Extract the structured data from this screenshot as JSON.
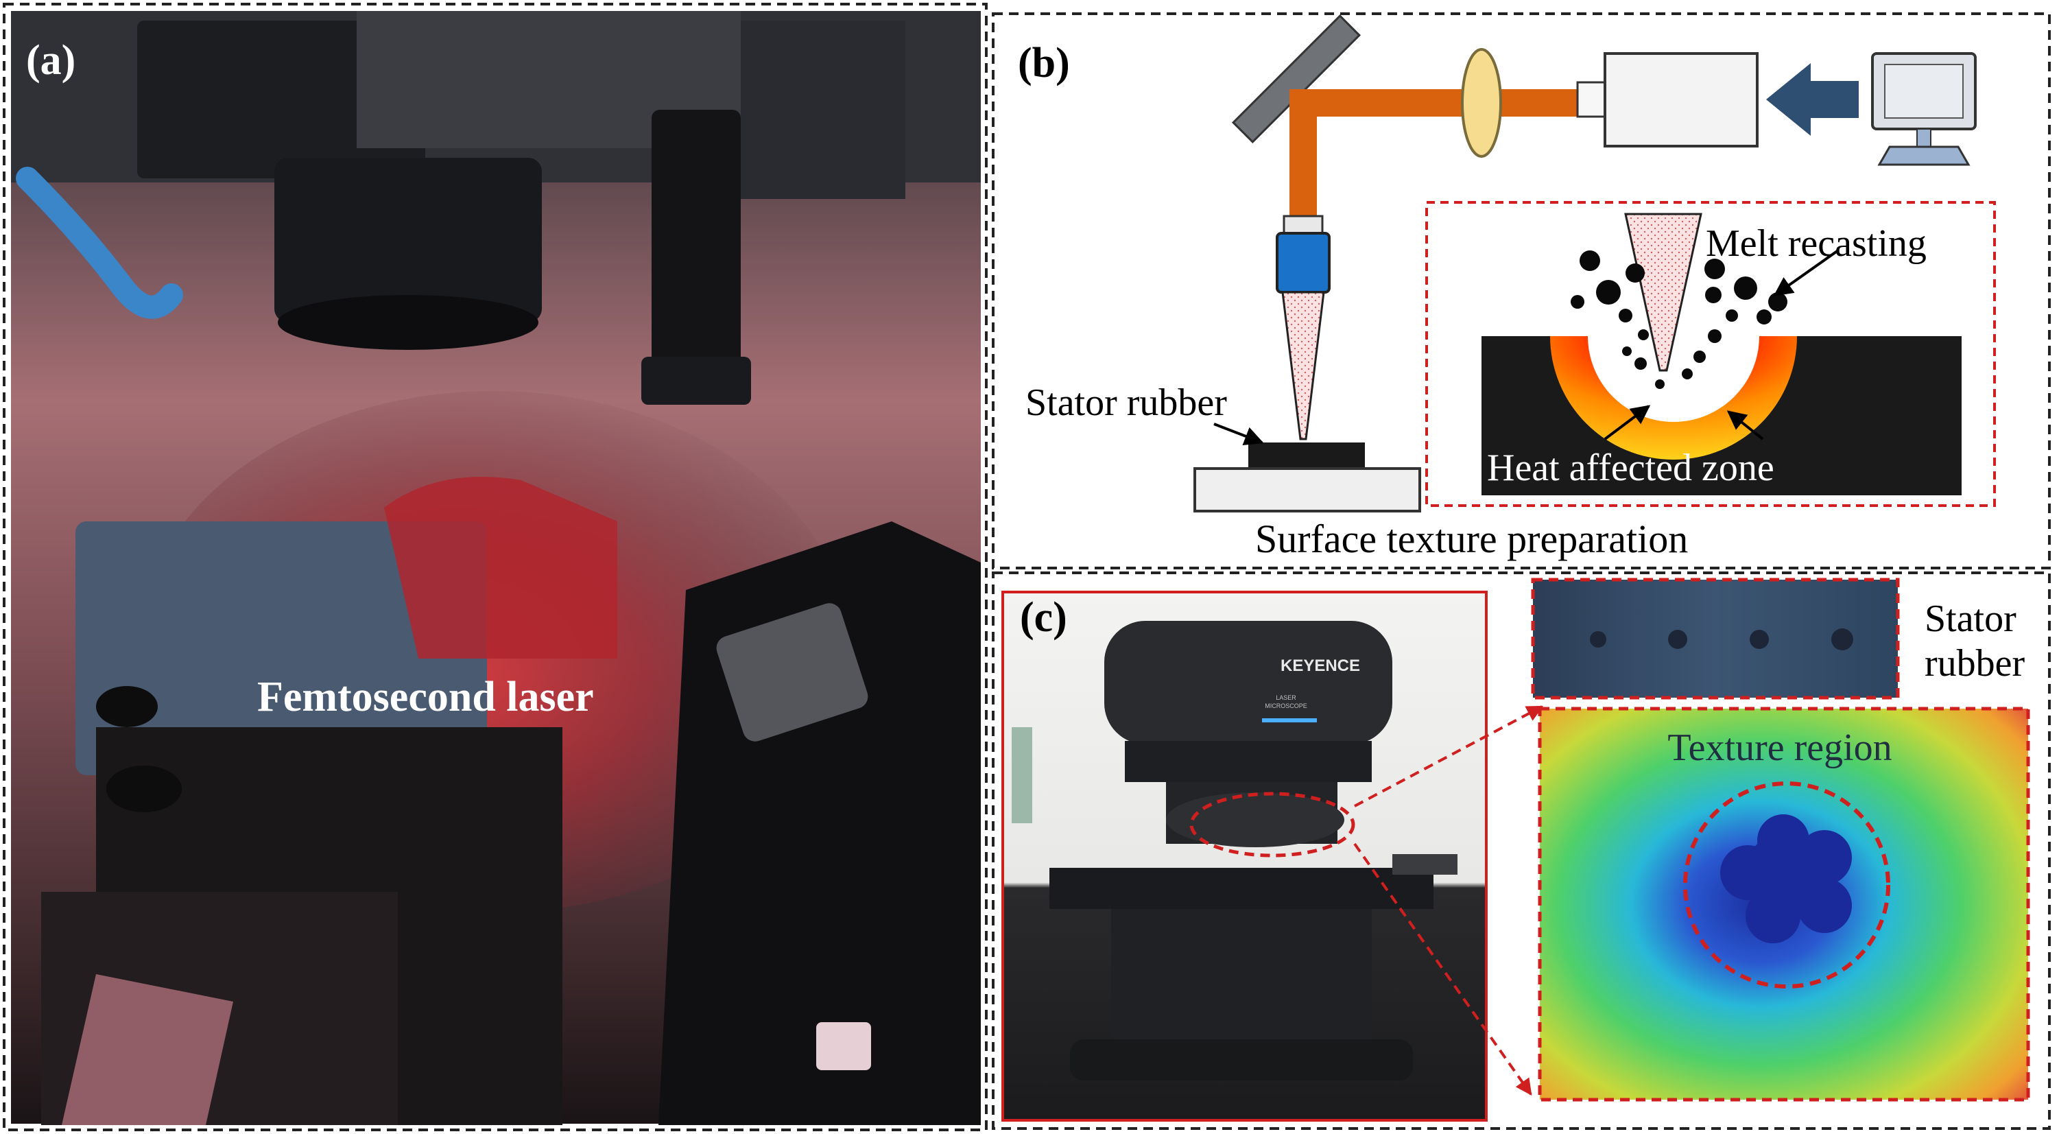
{
  "panels": {
    "a": {
      "label": "(a)",
      "caption": "Femtosecond laser"
    },
    "b": {
      "label": "(b)",
      "stator_label": "Stator rubber",
      "melt_label": "Melt recasting",
      "haz_label": "Heat affected zone",
      "caption": "Surface texture preparation"
    },
    "c": {
      "label": "(c)",
      "brand_text": "KEYENCE",
      "brand_sub1": "LASER",
      "brand_sub2": "MICROSCOPE",
      "stator_label_line1": "Stator",
      "stator_label_line2": "rubber",
      "texture_label": "Texture region"
    }
  },
  "colors": {
    "laser_beam": "#d9620f",
    "lens": "#f6dc8e",
    "objective": "#1a73c9",
    "annotation_red": "#d01f1f",
    "arrow_navy": "#2f4f72",
    "heat_red": "#ff2a00",
    "heat_yellow": "#ffd21a"
  }
}
